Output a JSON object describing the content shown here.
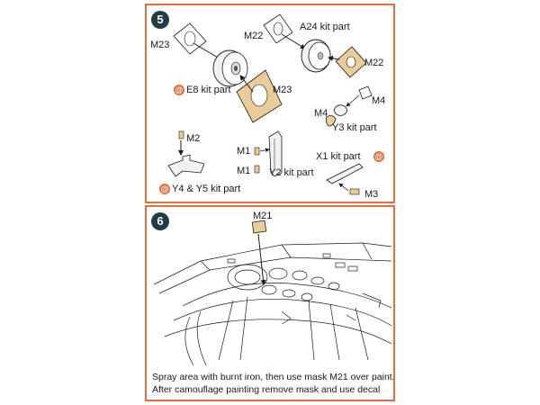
{
  "panel5": {
    "step_number": "5",
    "labels": {
      "m23_top": "M23",
      "m22_top": "M22",
      "a24": "A24 kit part",
      "m22_right": "M22",
      "e8": "E8 kit part",
      "m23_bottom": "M23",
      "m4_right": "M4",
      "m4_left": "M4",
      "y3": "Y3 kit part",
      "m2": "M2",
      "m1_top": "M1",
      "m1_bottom": "M1",
      "y2": "Y2 kit part",
      "x1": "X1 kit part",
      "y4y5": "Y4 & Y5 kit part",
      "m3": "M3"
    },
    "kit_icon_glyph": "@"
  },
  "panel6": {
    "step_number": "6",
    "labels": {
      "m21": "M21"
    },
    "caption_line1": "Spray area with burnt iron, then use mask M21 over paint.",
    "caption_line2": "After camouflage painting remove mask and use decal"
  },
  "colors": {
    "frame": "#e2703a",
    "mask_tan": "#e9cc97",
    "step_badge": "#1f3d45",
    "kit_icon": "#e2703a"
  }
}
